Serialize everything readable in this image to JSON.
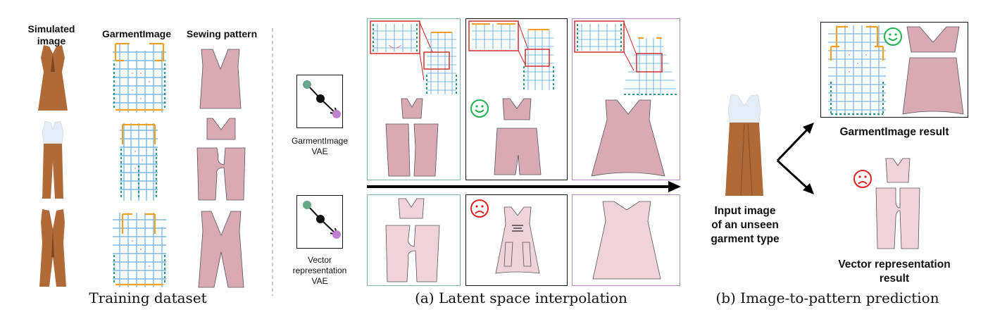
{
  "training": {
    "col_simulated": "Simulated\nimage",
    "col_garmentimage": "GarmentImage",
    "col_sewing": "Sewing pattern",
    "caption": "Training dataset"
  },
  "interp": {
    "top_vae_label": "GarmentImage\nVAE",
    "bottom_vae_label": "Vector\nrepresentation\nVAE",
    "caption": "(a) Latent space interpolation"
  },
  "prediction": {
    "input_label": "Input image\nof an unseen\ngarment type",
    "garmentimage_result": "GarmentImage result",
    "vector_result": "Vector representation\nresult",
    "caption": "(b) Image-to-pattern prediction"
  },
  "colors": {
    "pattern_pink": "#d9a9b4",
    "pattern_light": "#efd3d8",
    "grid_blue": "#7ab8e6",
    "grid_orange": "#f0a020",
    "grid_green": "#2a9a80",
    "garment_brown": "#b06a38",
    "top_blue": "#e4ecf8",
    "frame_green": "#7fb5a8",
    "frame_purple": "#b88bc8",
    "happy": "#20b050",
    "sad": "#e02020",
    "node_green": "#6aa88a",
    "node_purple": "#c080d0"
  },
  "icons": [
    "happy-face-icon",
    "sad-face-icon",
    "interpolation-arrow-icon"
  ]
}
